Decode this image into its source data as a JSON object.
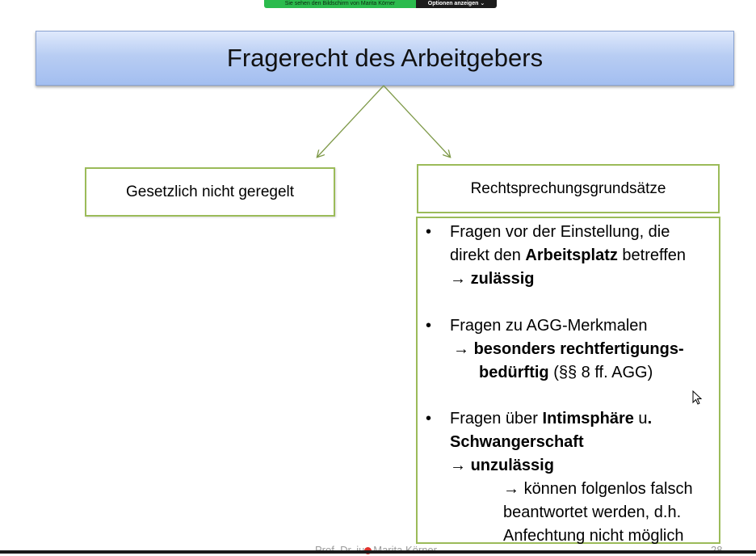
{
  "share_bar": {
    "status": "Sie sehen den Bildschirm von Marita Körner",
    "options": "Optionen anzeigen",
    "options_icon": "chevron-down-icon"
  },
  "slide": {
    "title": "Fragerecht des Arbeitgebers",
    "left_box": "Gesetzlich nicht geregelt",
    "right_box": "Rechtsprechungsgrundsätze",
    "items": [
      {
        "l1": "Fragen vor der Einstellung, die",
        "l2_pre": "direkt den ",
        "l2_bold": "Arbeitsplatz",
        "l2_post": " betreffen",
        "l3_arrow": "→",
        "l3_bold": "zulässig"
      },
      {
        "l1": "Fragen zu AGG-Merkmalen",
        "l2_arrow": "→",
        "l2_bold": "besonders rechtfertigungs-",
        "l3_bold": "bedürftig",
        "l3_post": " (§§ 8 ff. AGG)"
      },
      {
        "l1_pre": "Fragen über ",
        "l1_bold": "Intimsphäre",
        "l1_post": " u",
        "l1_bold2": ".",
        "l2_bold": "Schwangerschaft",
        "l3_arrow": "→",
        "l3_bold": "unzulässig",
        "l4_arrow": "→",
        "l4": "können folgenlos falsch",
        "l5": "beantwortet werden, d.h.",
        "l6": "Anfechtung nicht möglich"
      }
    ],
    "footer": "Prof. Dr. iur. Marita Körner",
    "page_number": "28"
  },
  "colors": {
    "box_border": "#9bbb59",
    "arrow": "#7f9a4a",
    "title_gradient_top": "#dfe9fc",
    "title_gradient_bottom": "#a3bef0"
  }
}
